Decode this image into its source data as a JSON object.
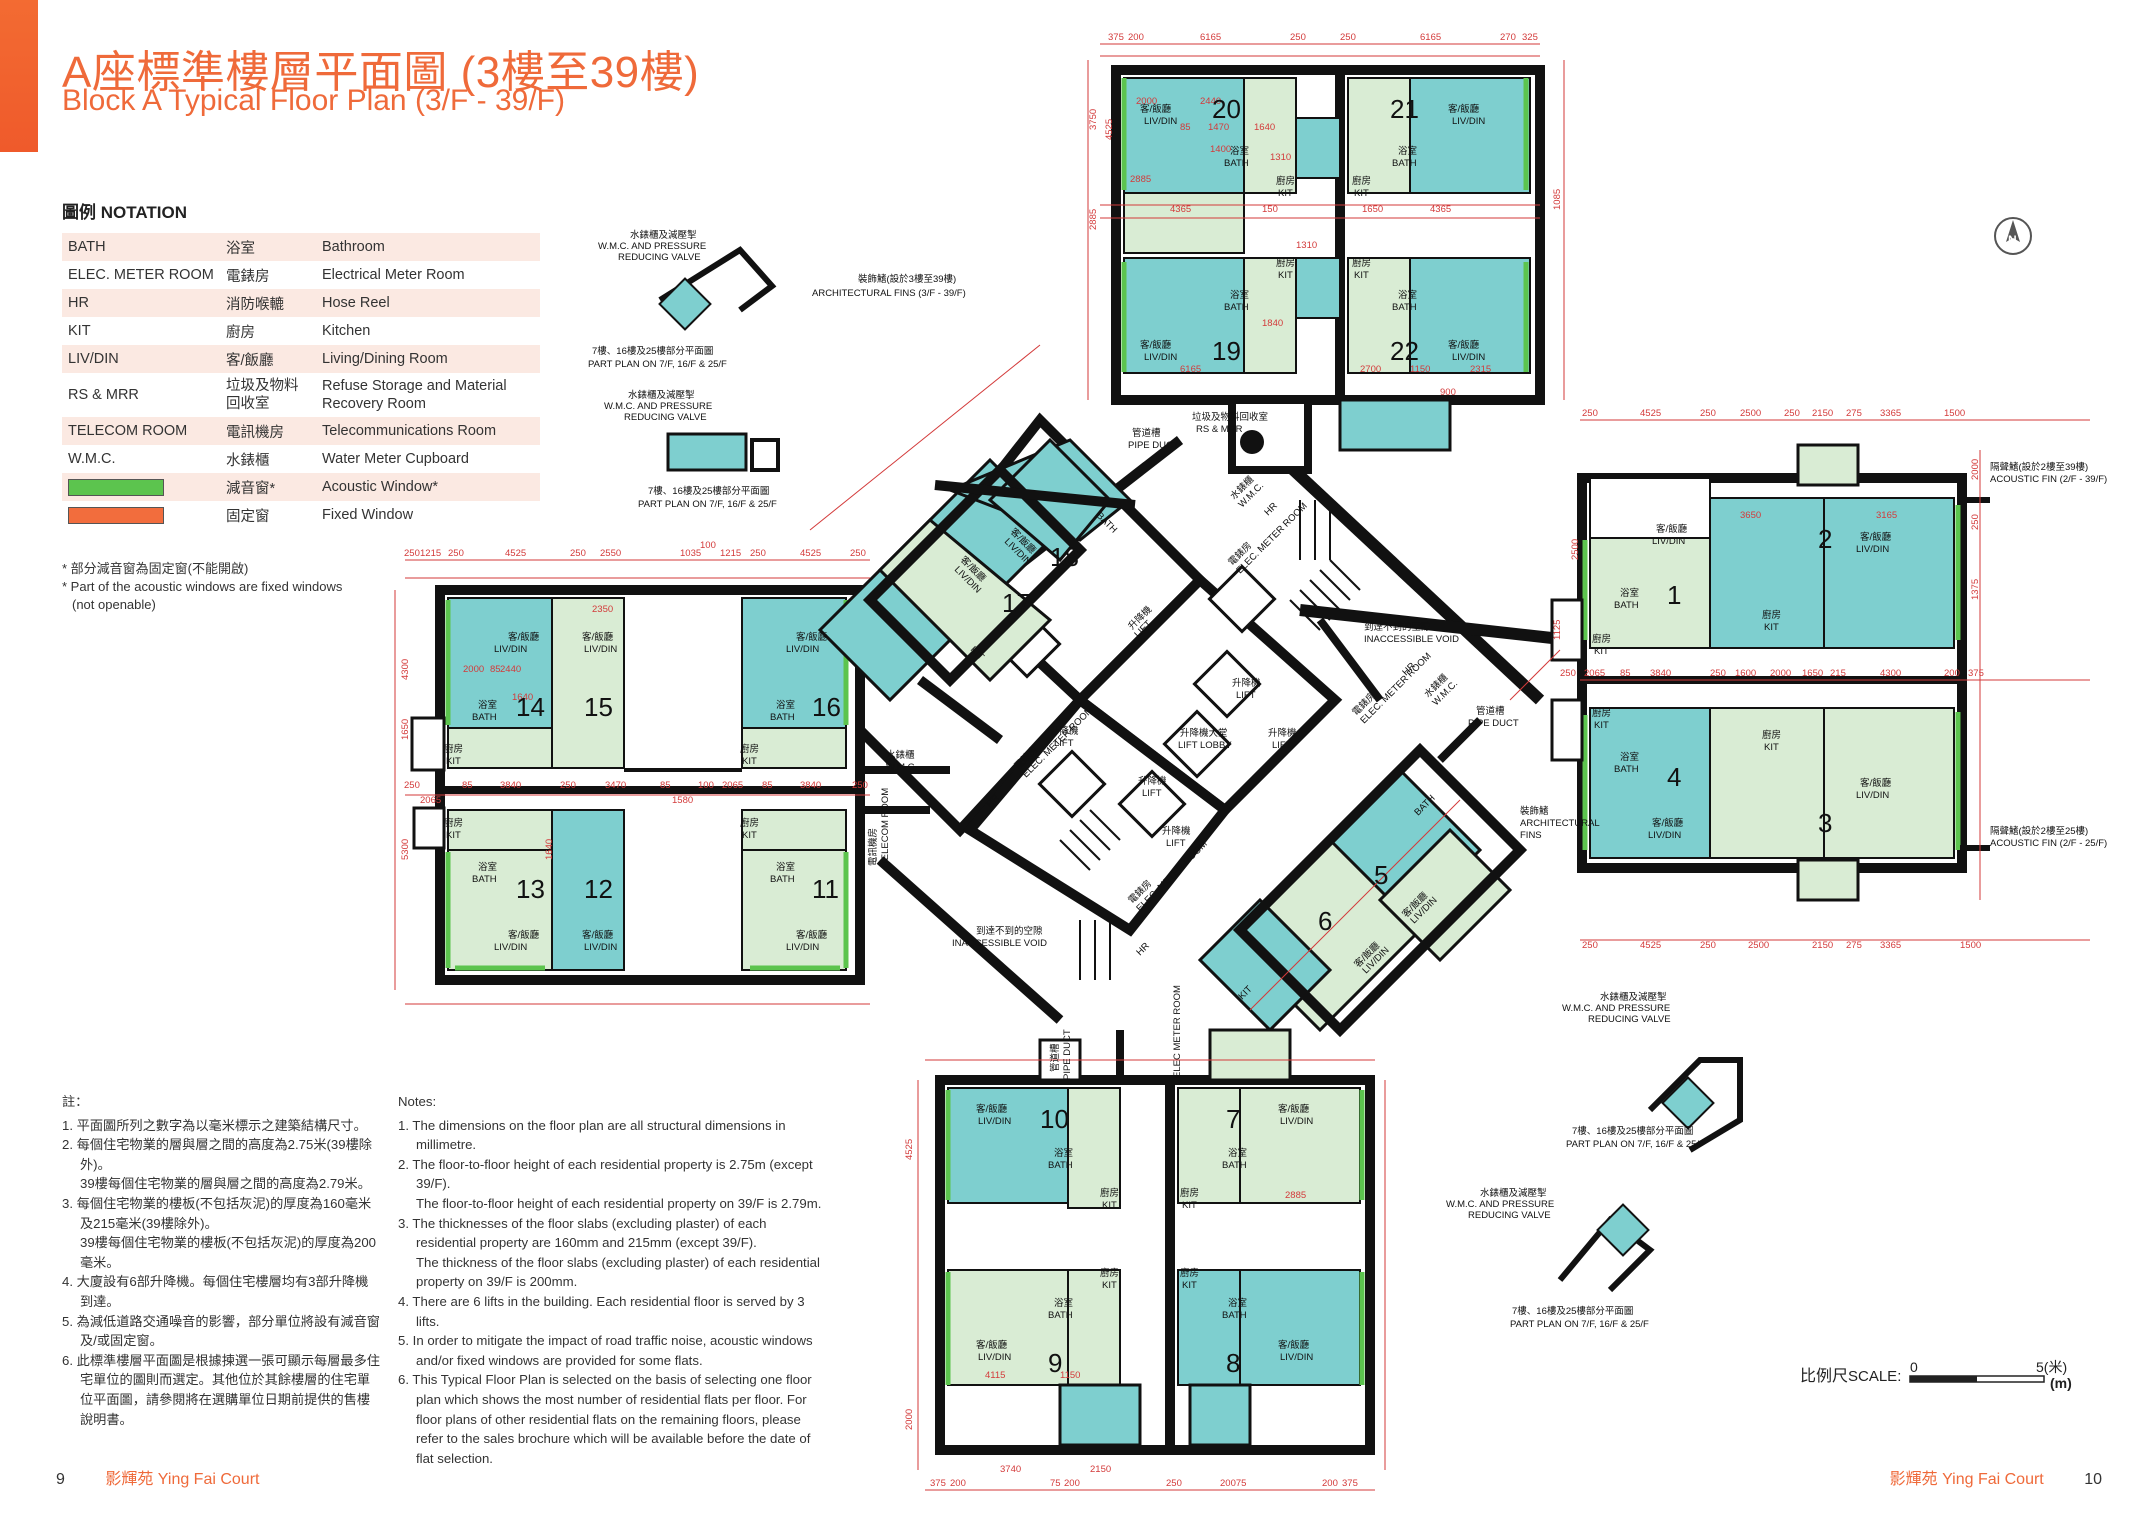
{
  "header": {
    "title_zh": "A座標準樓層平面圖 (3樓至39樓)",
    "title_en": "Block A Typical Floor Plan (3/F - 39/F)"
  },
  "colors": {
    "accent": "#ef6a3a",
    "acoustic_window": "#5cc44e",
    "fixed_window": "#f26d3d",
    "flat_teal": "#7ecfcf",
    "flat_green": "#d9ecd4",
    "dimension_red": "#d33a3a"
  },
  "notation": {
    "heading": "圖例 NOTATION",
    "rows": [
      {
        "abbr": "BATH",
        "zh": "浴室",
        "en": "Bathroom"
      },
      {
        "abbr": "ELEC. METER ROOM",
        "zh": "電錶房",
        "en": "Electrical Meter Room"
      },
      {
        "abbr": "HR",
        "zh": "消防喉轆",
        "en": "Hose Reel"
      },
      {
        "abbr": "KIT",
        "zh": "廚房",
        "en": "Kitchen"
      },
      {
        "abbr": "LIV/DIN",
        "zh": "客/飯廳",
        "en": "Living/Dining Room"
      },
      {
        "abbr": "RS & MRR",
        "zh": "垃圾及物料\n回收室",
        "en": "Refuse Storage and Material\nRecovery Room"
      },
      {
        "abbr": "TELECOM ROOM",
        "zh": "電訊機房",
        "en": "Telecommunications Room"
      },
      {
        "abbr": "W.M.C.",
        "zh": "水錶櫃",
        "en": "Water Meter Cupboard"
      },
      {
        "abbr": "",
        "zh": "減音窗*",
        "en": "Acoustic Window*"
      },
      {
        "abbr": "",
        "zh": "固定窗",
        "en": "Fixed Window"
      }
    ],
    "footnote_zh": "* 部分減音窗為固定窗(不能開啟)",
    "footnote_en": "* Part of the acoustic windows are fixed windows (not openable)"
  },
  "notes_zh": {
    "heading": "註：",
    "items": [
      "1. 平面圖所列之數字為以毫米標示之建築結構尺寸。",
      "2. 每個住宅物業的層與層之間的高度為2.75米(39樓除外)。",
      "39樓每個住宅物業的層與層之間的高度為2.79米。",
      "3. 每個住宅物業的樓板(不包括灰泥)的厚度為160毫米及215毫米(39樓除外)。",
      "39樓每個住宅物業的樓板(不包括灰泥)的厚度為200毫米。",
      "4. 大廈設有6部升降機。每個住宅樓層均有3部升降機到達。",
      "5. 為減低道路交通噪音的影響，部分單位將設有減音窗及/或固定窗。",
      "6. 此標準樓層平面圖是根據揀選一張可顯示每層最多住宅單位的圖則而選定。其他位於其餘樓層的住宅單位平面圖，請參閱將在選購單位日期前提供的售樓說明書。"
    ]
  },
  "notes_en": {
    "heading": "Notes:",
    "items": [
      "1. The dimensions on the floor plan are all structural dimensions in millimetre.",
      "2. The floor-to-floor height of each residential property is 2.75m (except 39/F).",
      "The floor-to-floor height of each residential property on 39/F is 2.79m.",
      "3. The thicknesses of the floor slabs (excluding plaster) of each residential property are 160mm and 215mm (except 39/F).",
      "The thickness of the floor slabs (excluding plaster) of each residential property on 39/F is 200mm.",
      "4. There are 6 lifts in the building. Each residential floor is served by 3 lifts.",
      "5. In order to mitigate the impact of road traffic noise, acoustic windows and/or fixed windows are provided for some flats.",
      "6. This Typical Floor Plan is selected on the basis of selecting one floor plan which shows the most number of residential flats per floor. For floor plans of other residential flats on the remaining floors, please refer to the sales brochure which will be available before the date of flat selection."
    ]
  },
  "plan": {
    "rooms": {
      "livdin_zh": "客/飯廳",
      "livdin_en": "LIV/DIN",
      "bath_zh": "浴室",
      "bath_en": "BATH",
      "kit_zh": "廚房",
      "kit_en": "KIT"
    },
    "flats": [
      "1",
      "2",
      "3",
      "4",
      "5",
      "6",
      "7",
      "8",
      "9",
      "10",
      "11",
      "12",
      "13",
      "14",
      "15",
      "16",
      "17",
      "18",
      "19",
      "20",
      "21",
      "22"
    ],
    "lift": {
      "zh": "升降機",
      "en": "LIFT"
    },
    "lift_lobby": {
      "zh": "升降機大堂",
      "en": "LIFT LOBBY"
    },
    "elec_meter_room": {
      "zh": "電錶房",
      "en": "ELEC. METER ROOM"
    },
    "elec_meter_room_short": "ELEC METER ROOM",
    "telecom_room": {
      "zh": "電訊機房",
      "en": "TELECOM ROOM"
    },
    "hr": "HR",
    "wmc": {
      "zh": "水錶櫃",
      "en": "W.M.C."
    },
    "pipe_duct": {
      "zh": "管道槽",
      "en": "PIPE DUCT"
    },
    "rs_mrr": {
      "zh": "垃圾及物料回收室",
      "en": "RS & MRR"
    },
    "inaccessible_void": {
      "zh": "到達不到的空隙",
      "en": "INACCESSIBLE VOID"
    },
    "arch_fins_3_39": {
      "zh": "裝飾鰭(設於3樓至39樓)",
      "en": "ARCHITECTURAL FINS (3/F - 39/F)"
    },
    "arch_fins": {
      "zh": "裝飾鰭",
      "en1": "ARCHITECTURAL",
      "en2": "FINS"
    },
    "acoustic_fin_39": {
      "zh": "隔聲鰭(設於2樓至39樓)",
      "en": "ACOUSTIC FIN (2/F - 39/F)"
    },
    "acoustic_fin_25": {
      "zh": "隔聲鰭(設於2樓至25樓)",
      "en": "ACOUSTIC FIN (2/F - 25/F)"
    },
    "wmc_valve": {
      "zh": "水錶櫃及減壓掣",
      "en1": "W.M.C. AND PRESSURE",
      "en2": "REDUCING VALVE"
    },
    "part_plan": {
      "zh": "7樓、16樓及25樓部分平面圖",
      "en": "PART PLAN ON 7/F, 16/F & 25/F"
    },
    "north": "N",
    "scale": {
      "zh": "比例尺",
      "en": "SCALE:",
      "start": "0",
      "end": "5(米)",
      "unit": "(m)"
    },
    "dims": {
      "top_a": [
        "375",
        "200",
        "6165",
        "250",
        "250",
        "6165",
        "270",
        "325"
      ],
      "top_b": [
        "4365",
        "2885",
        "150",
        "1650",
        "4365"
      ],
      "left_block": [
        "250",
        "1215",
        "250",
        "4525",
        "250",
        "2550",
        "100",
        "1035",
        "1215",
        "250",
        "4525",
        "250"
      ],
      "mid_block": [
        "250",
        "2065",
        "85",
        "3840",
        "250",
        "3470",
        "85",
        "1580",
        "100",
        "2065",
        "85",
        "3840",
        "250"
      ],
      "right_a": [
        "250",
        "4525",
        "250",
        "2500",
        "250",
        "2150",
        "275",
        "3365",
        "1500"
      ],
      "right_b": [
        "250",
        "2065",
        "85",
        "3840",
        "250",
        "1600",
        "2000",
        "1650",
        "215",
        "4300",
        "200",
        "375"
      ],
      "right_c": [
        "1500",
        "3365",
        "275",
        "2150",
        "2500",
        "250",
        "4525",
        "250"
      ],
      "bottom": [
        "375",
        "200",
        "3740",
        "75",
        "200",
        "2150",
        "250",
        "20075",
        "200",
        "375"
      ],
      "inner": [
        "2000",
        "85",
        "2440",
        "1470",
        "1400",
        "1640",
        "1310",
        "1150",
        "900",
        "4115",
        "1150",
        "2885",
        "6165",
        "1840",
        "2700",
        "2315",
        "3650",
        "3165",
        "2350",
        "2440",
        "1640",
        "2000",
        "85",
        "1310"
      ],
      "vertical": [
        "4525",
        "4300",
        "1650",
        "5300",
        "2000",
        "250",
        "1375",
        "4525",
        "1085",
        "1125",
        "3750",
        "2885",
        "2500",
        "2000",
        "1640"
      ]
    }
  },
  "footer": {
    "left_page": "9",
    "left_brand": "影輝苑   Ying Fai Court",
    "right_brand": "影輝苑   Ying Fai Court",
    "right_page": "10"
  }
}
